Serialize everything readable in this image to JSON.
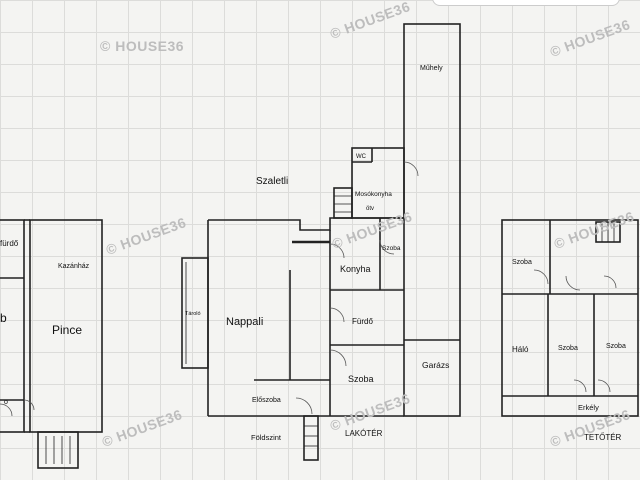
{
  "watermark": "HOUSE36",
  "colors": {
    "wall": "#222222",
    "grid": "#dcdcda",
    "background": "#f4f4f2",
    "watermark": "#bdbdbd"
  },
  "floor_plans": {
    "basement": {
      "rooms": {
        "furdo": "fürdő",
        "kazanhaz": "Kazánház",
        "pince": "Pince",
        "b": "b",
        "o": "o"
      }
    },
    "ground": {
      "rooms": {
        "szaletli": "Szaletli",
        "wc": "WC",
        "muhely": "Műhely",
        "mosokonyha": "Mosókonyha",
        "otv": "ötv",
        "szoba_small": "Szoba",
        "konyha": "Konyha",
        "tarolo": "Tároló",
        "nappali": "Nappali",
        "furdo": "Fürdő",
        "szoba": "Szoba",
        "garazs": "Garázs",
        "eloszoba": "Előszoba"
      },
      "floor_label": "Földszint",
      "caption": "LAKÓTÉR"
    },
    "attic": {
      "rooms": {
        "szoba1": "Szoba",
        "halo": "Háló",
        "szoba2": "Szoba",
        "szoba3": "Szoba",
        "erkely": "Erkély"
      },
      "caption": "TETŐTÉR"
    }
  }
}
